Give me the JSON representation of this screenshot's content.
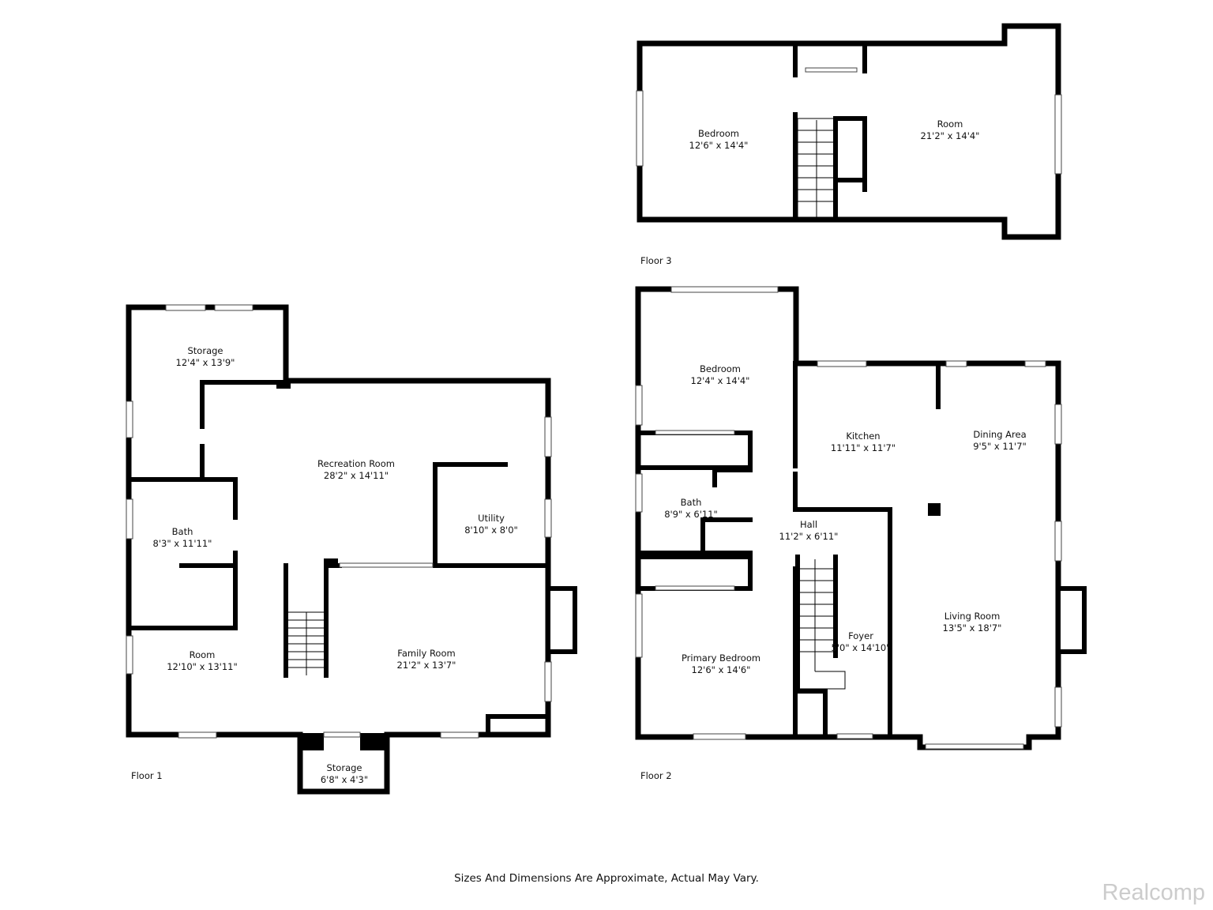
{
  "floors": [
    {
      "label": "Floor 3",
      "rooms": [
        {
          "name": "Bedroom",
          "size": "12'6\" x 14'4\""
        },
        {
          "name": "Room",
          "size": "21'2\" x 14'4\""
        }
      ]
    },
    {
      "label": "Floor 1",
      "rooms": [
        {
          "name": "Storage",
          "size": "12'4\" x 13'9\""
        },
        {
          "name": "Recreation Room",
          "size": "28'2\" x 14'11\""
        },
        {
          "name": "Utility",
          "size": "8'10\" x 8'0\""
        },
        {
          "name": "Bath",
          "size": "8'3\" x 11'11\""
        },
        {
          "name": "Room",
          "size": "12'10\" x 13'11\""
        },
        {
          "name": "Family Room",
          "size": "21'2\" x 13'7\""
        },
        {
          "name": "Storage",
          "size": "6'8\" x 4'3\""
        }
      ]
    },
    {
      "label": "Floor 2",
      "rooms": [
        {
          "name": "Bedroom",
          "size": "12'4\" x 14'4\""
        },
        {
          "name": "Kitchen",
          "size": "11'11\" x 11'7\""
        },
        {
          "name": "Dining Area",
          "size": "9'5\" x 11'7\""
        },
        {
          "name": "Bath",
          "size": "8'9\" x 6'11\""
        },
        {
          "name": "Hall",
          "size": "11'2\" x 6'11\""
        },
        {
          "name": "Foyer",
          "size": "5'0\" x 14'10\""
        },
        {
          "name": "Primary Bedroom",
          "size": "12'6\" x 14'6\""
        },
        {
          "name": "Living Room",
          "size": "13'5\" x 18'7\""
        }
      ]
    }
  ],
  "disclaimer": "Sizes And Dimensions Are Approximate, Actual May Vary.",
  "watermark": "Realcomp"
}
